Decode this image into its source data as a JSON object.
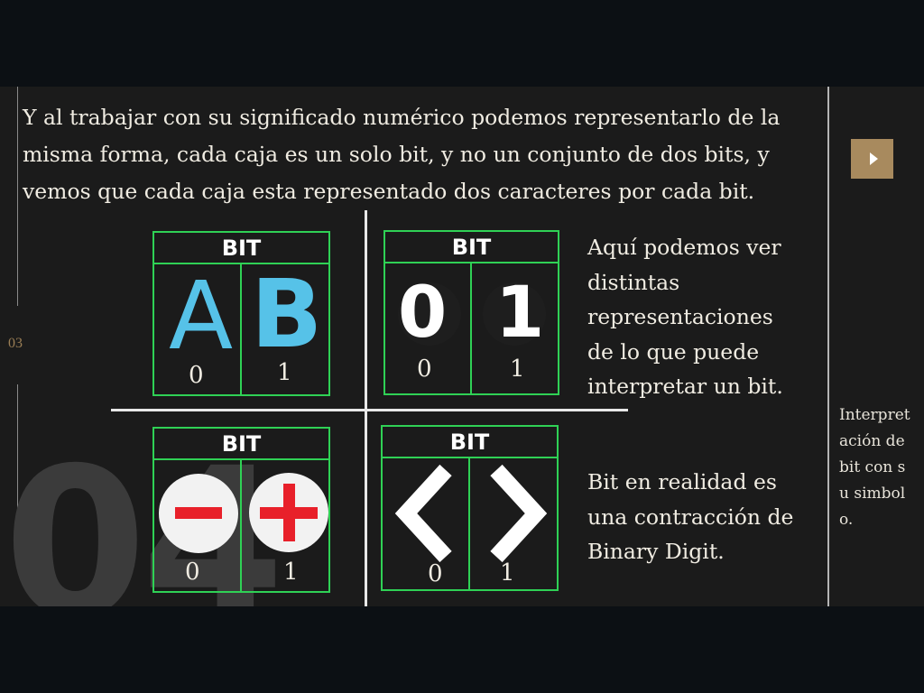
{
  "slide": {
    "number": "03",
    "watermark": "04",
    "intro_text": "Y al trabajar con su significado numérico podemos representarlo de la misma forma, cada caja es un solo bit, y no un conjunto de dos bits, y vemos que cada caja esta representado dos caracteres por cada bit.",
    "boxes": [
      {
        "header": "BIT",
        "left_symbol": "A",
        "right_symbol": "B",
        "left_digit": "0",
        "right_digit": "1"
      },
      {
        "header": "BIT",
        "left_symbol": "0",
        "right_symbol": "1",
        "left_digit": "0",
        "right_digit": "1"
      },
      {
        "header": "BIT",
        "left_symbol": "minus-icon",
        "right_symbol": "plus-icon",
        "left_digit": "0",
        "right_digit": "1"
      },
      {
        "header": "BIT",
        "left_symbol": "chevron-left-icon",
        "right_symbol": "chevron-right-icon",
        "left_digit": "0",
        "right_digit": "1"
      }
    ],
    "right_text_top": "Aquí podemos ver distintas representaciones de lo que puede interpretar un bit.",
    "right_text_bottom": "Bit en realidad es una contracción de Binary Digit.",
    "side_note": "Interpretación de bit con su simbolo."
  },
  "nav": {
    "next_icon": "play-icon"
  },
  "colors": {
    "accent": "#a88a5e",
    "box_border": "#2fd155",
    "letter_blue": "#56c2e8",
    "minus_plus_red": "#e8202a",
    "background": "#1b1b1b",
    "frame": "#0c1014"
  }
}
